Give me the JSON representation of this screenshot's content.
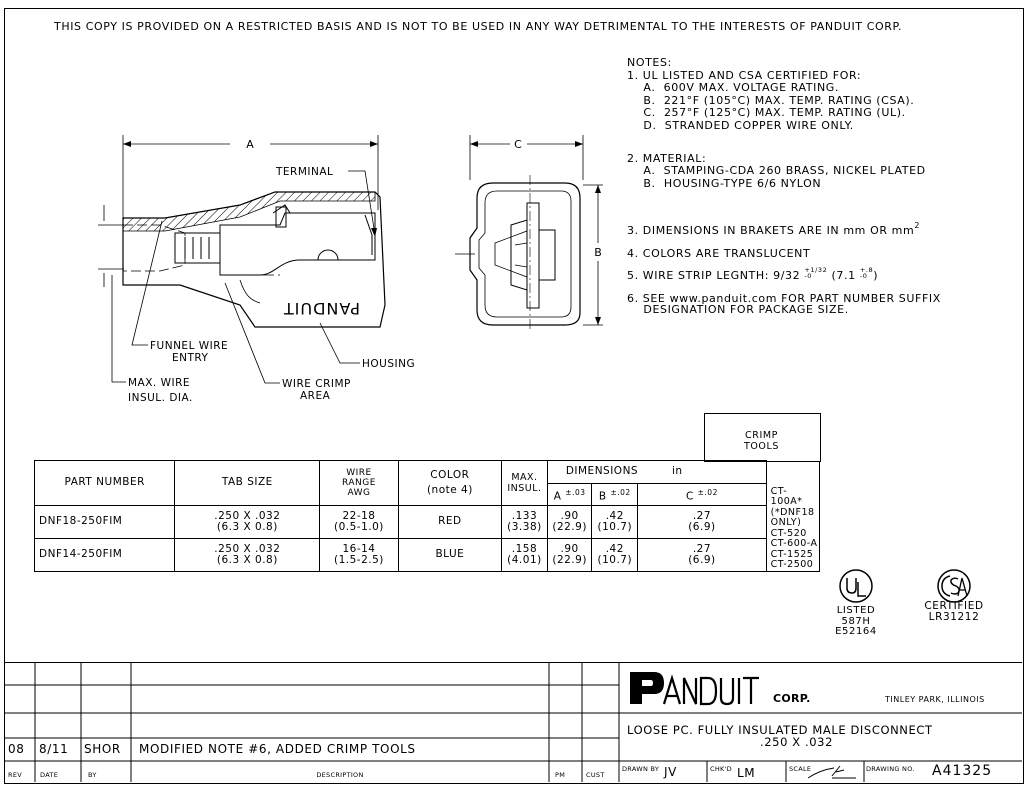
{
  "header_notice": "THIS COPY IS PROVIDED ON A RESTRICTED BASIS AND IS NOT TO BE USED IN ANY WAY DETRIMENTAL TO THE INTERESTS OF PANDUIT CORP.",
  "notes": {
    "title": "NOTES:",
    "lines": [
      "1. UL LISTED AND CSA CERTIFIED FOR:",
      "    A.  600V MAX. VOLTAGE RATING.",
      "    B.  221°F (105°C) MAX. TEMP. RATING (CSA).",
      "    C.  257°F (125°C) MAX. TEMP. RATING (UL).",
      "    D.  STRANDED COPPER WIRE ONLY.",
      "",
      "",
      "2. MATERIAL:",
      "    A.  STAMPING-CDA 260 BRASS, NICKEL PLATED",
      "    B.  HOUSING-TYPE 6/6 NYLON"
    ],
    "note3": "3. DIMENSIONS IN BRAKETS ARE IN mm OR mm",
    "note3_sup": "2",
    "note4": "4. COLORS ARE TRANSLUCENT",
    "note5": "5. WIRE STRIP LEGNTH: 9/32",
    "note5_tol1": "+1/32",
    "note5_tol1b": "-0",
    "note5_mid": " (7.1",
    "note5_tol2": "+.8",
    "note5_tol2b": "-0",
    "note5_end": ")",
    "note6a": "6. SEE www.panduit.com FOR PART NUMBER SUFFIX",
    "note6b": "    DESIGNATION FOR PACKAGE SIZE."
  },
  "drawing": {
    "dim_a": "A",
    "dim_b": "B",
    "dim_c": "C",
    "terminal": "TERMINAL",
    "funnel_1": "FUNNEL WIRE",
    "funnel_2": "ENTRY",
    "housing": "HOUSING",
    "maxwire_1": "MAX. WIRE",
    "maxwire_2": "INSUL. DIA.",
    "crimp_1": "WIRE CRIMP",
    "crimp_2": "AREA",
    "brand_mirror": "PANDUIT"
  },
  "table": {
    "crimp_header_1": "CRIMP",
    "crimp_header_2": "TOOLS",
    "headers": {
      "part": "PART NUMBER",
      "tab": "TAB SIZE",
      "wire_1": "WIRE",
      "wire_2": "RANGE",
      "wire_3": "AWG",
      "color_1": "COLOR",
      "color_2": "(note 4)",
      "insul_1": "MAX.",
      "insul_2": "INSUL.",
      "dims": "DIMENSIONS",
      "dims_unit": "in",
      "a": "A",
      "a_tol": "±.03",
      "b": "B",
      "b_tol": "±.02",
      "c": "C",
      "c_tol": "±.02"
    },
    "rows": [
      {
        "part": "DNF18-250FIM",
        "tab_1": ".250 X .032",
        "tab_2": "(6.3 X 0.8)",
        "wire_1": "22-18",
        "wire_2": "(0.5-1.0)",
        "color": "RED",
        "insul_1": ".133",
        "insul_2": "(3.38)",
        "a_1": ".90",
        "a_2": "(22.9)",
        "b_1": ".42",
        "b_2": "(10.7)",
        "c_1": ".27",
        "c_2": "(6.9)"
      },
      {
        "part": "DNF14-250FIM",
        "tab_1": ".250 X .032",
        "tab_2": "(6.3 X 0.8)",
        "wire_1": "16-14",
        "wire_2": "(1.5-2.5)",
        "color": "BLUE",
        "insul_1": ".158",
        "insul_2": "(4.01)",
        "a_1": ".90",
        "a_2": "(22.9)",
        "b_1": ".42",
        "b_2": "(10.7)",
        "c_1": ".27",
        "c_2": "(6.9)"
      }
    ],
    "crimp_tools": [
      "CT-100A*",
      "(*DNF18 ONLY)",
      "CT-520",
      "CT-600-A",
      "CT-1525",
      "CT-2500"
    ]
  },
  "certs": {
    "ul_1": "LISTED",
    "ul_2": "587H",
    "ul_3": "E52164",
    "csa_1": "CERTIFIED",
    "csa_2": "LR31212"
  },
  "title_block": {
    "rev_header": "REV",
    "date_header": "DATE",
    "by_header": "BY",
    "desc_header": "DESCRIPTION",
    "pm_header": "PM",
    "cust_header": "CUST",
    "rev": "08",
    "date": "8/11",
    "by": "SHOR",
    "desc": "MODIFIED NOTE #6, ADDED CRIMP TOOLS",
    "corp": "CORP.",
    "location": "TINLEY PARK, ILLINOIS",
    "title_1": "LOOSE PC. FULLY INSULATED MALE DISCONNECT",
    "title_2": ".250 X .032",
    "drawn_by_label": "DRAWN BY",
    "drawn_by": "JV",
    "chkd_label": "CHK'D",
    "chkd": "LM",
    "scale_label": "SCALE",
    "dwg_label": "DRAWING NO.",
    "dwg_no": "A41325"
  }
}
